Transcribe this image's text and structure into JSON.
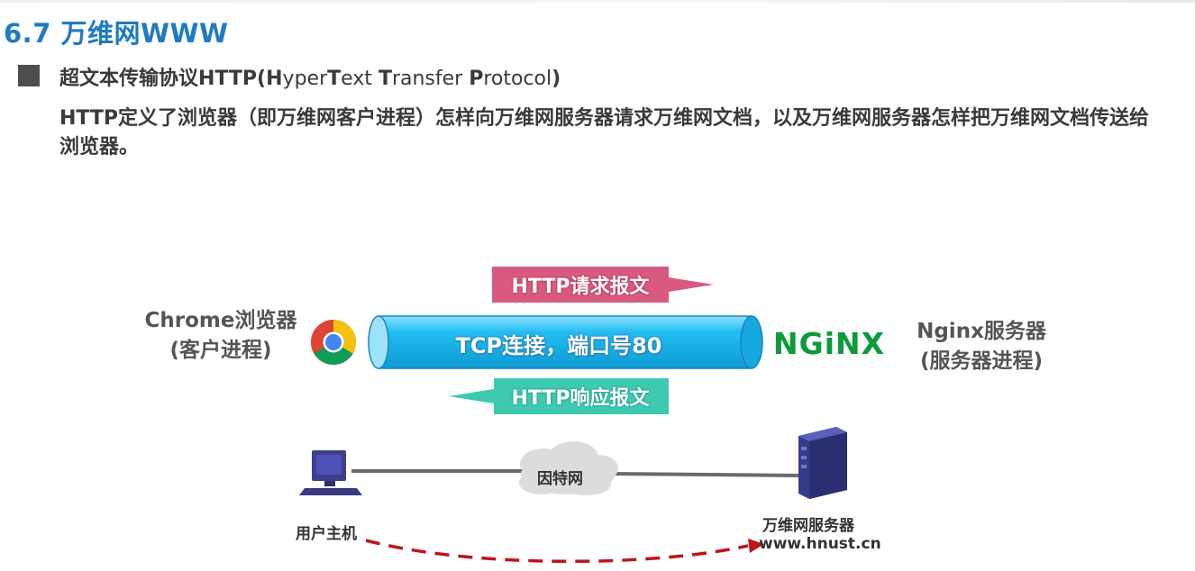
{
  "slide": {
    "title": "6.7 万维网WWW",
    "bullet_prefix": "超文本传输协议HTTP(",
    "bullet_parts": [
      {
        "bold": "H",
        "rest": "yper"
      },
      {
        "bold": "T",
        "rest": "ext "
      },
      {
        "bold": "T",
        "rest": "ransfer "
      },
      {
        "bold": "P",
        "rest": "rotocol"
      }
    ],
    "bullet_suffix": ")",
    "description": "HTTP定义了浏览器（即万维网客户进程）怎样向万维网服务器请求万维网文档，以及万维网服务器怎样把万维网文档传送给浏览器。"
  },
  "diagram": {
    "client_name": "Chrome浏览器",
    "client_role": "(客户进程)",
    "server_name": "Nginx服务器",
    "server_role": "(服务器进程)",
    "nginx_logo": "NGiNX",
    "tcp_label": "TCP连接，端口号80",
    "request_label": "HTTP请求报文",
    "response_label": "HTTP响应报文",
    "colors": {
      "request": "#d85a80",
      "response": "#3ecab0",
      "pipe": "#1cb3ec",
      "nginx": "#0b9b3a",
      "title": "#1f7ac4"
    }
  },
  "network": {
    "host_label": "用户主机",
    "cloud_label": "因特网",
    "server_label": "万维网服务器",
    "server_url": "www.hnust.cn"
  }
}
